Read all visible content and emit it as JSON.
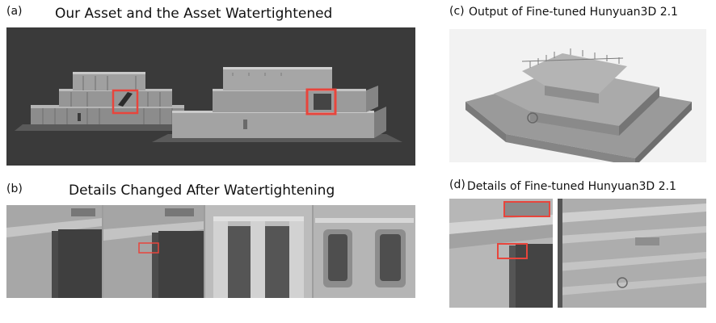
{
  "figure": {
    "panel_a": {
      "label": "(a)",
      "title": "Our Asset and the Asset Watertightened"
    },
    "panel_b": {
      "label": "(b)",
      "title": "Details Changed After Watertightening"
    },
    "panel_c": {
      "label": "(c)",
      "title": "Output of Fine-tuned Hunyuan3D 2.1"
    },
    "panel_d": {
      "label": "(d)",
      "title": "Details of Fine-tuned Hunyuan3D 2.1"
    }
  },
  "colors": {
    "render_bg_dark": "#3a3a3a",
    "render_bg_light": "#f2f2f2",
    "model_gray": "#9a9a9a",
    "highlight": "#e8453c"
  }
}
